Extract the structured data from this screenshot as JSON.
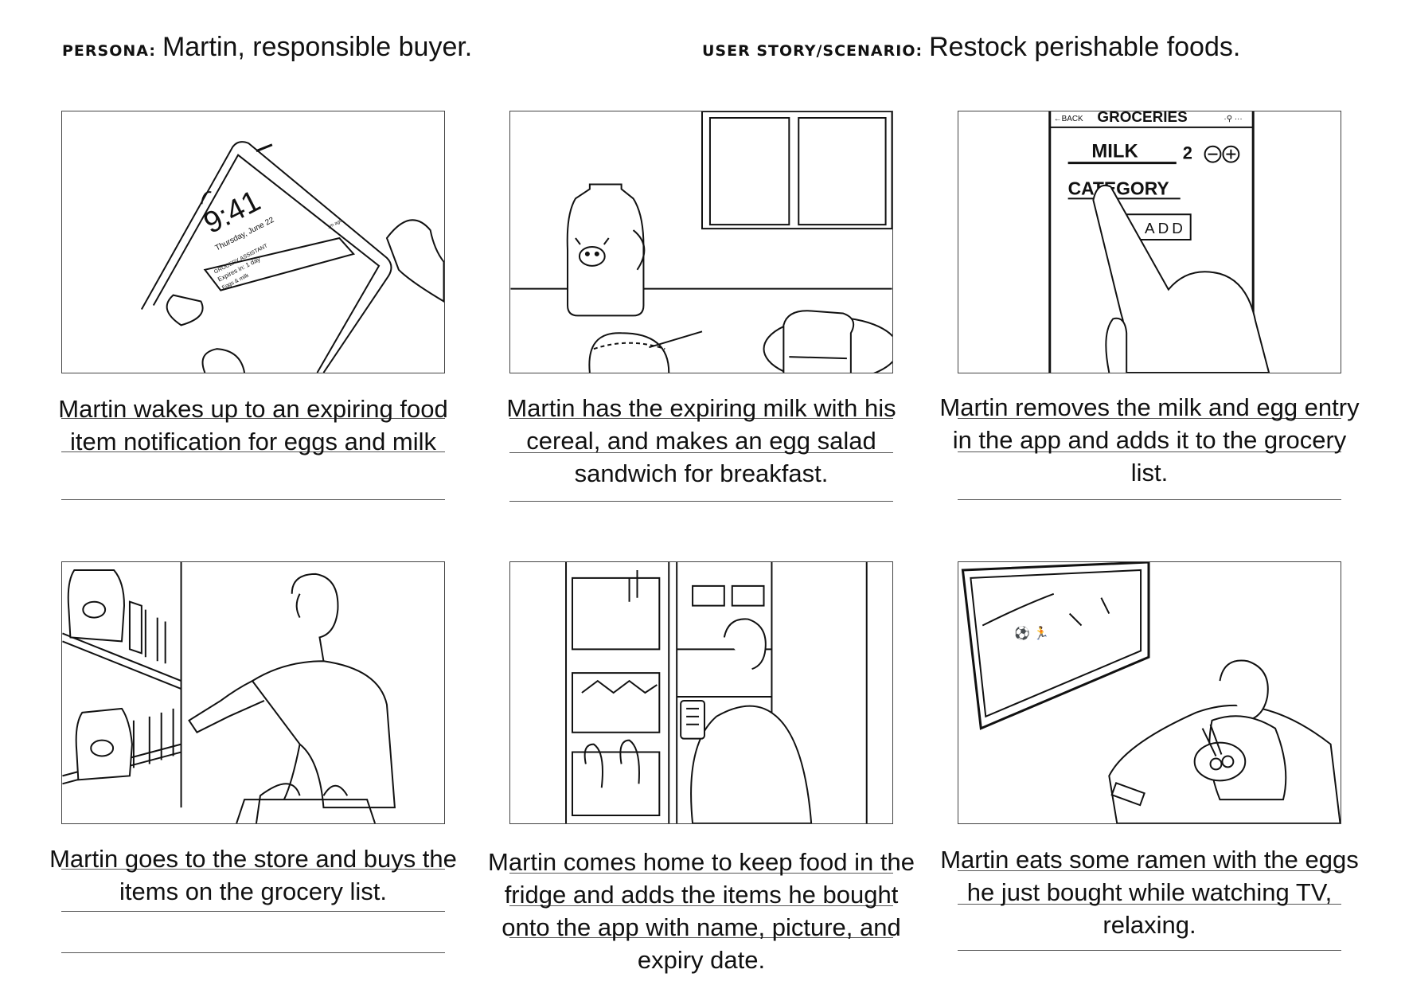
{
  "header": {
    "persona_label": "PERSONA:",
    "persona_value": "Martin, responsible buyer.",
    "story_label": "USER STORY/SCENARIO:",
    "story_value": "Restock perishable foods."
  },
  "panels": [
    {
      "caption": "Martin wakes up to an expiring food item notification for eggs and milk",
      "phone": {
        "time": "9:41",
        "date": "Thursday, June 22",
        "notif_ago": "1m ago",
        "notif_app": "GROCERY ASSISTANT",
        "notif_line1": "Expires in: 1 day",
        "notif_line2": "Eggs & milk"
      }
    },
    {
      "caption": "Martin has the expiring milk with his cereal, and makes an egg salad sandwich for breakfast."
    },
    {
      "caption": "Martin removes the milk and egg entry in the app and adds it to the grocery list.",
      "app": {
        "back": "←BACK",
        "title": "GROCERIES",
        "item": "MILK",
        "qty": "2",
        "field": "CATEGORY",
        "button": "ADD"
      }
    },
    {
      "caption": "Martin goes to the store and buys the items on the grocery list."
    },
    {
      "caption": "Martin comes home to keep food in the fridge and adds the items he bought onto the app with name, picture, and expiry date."
    },
    {
      "caption": "Martin eats some ramen with the eggs he just bought while watching TV, relaxing."
    }
  ]
}
